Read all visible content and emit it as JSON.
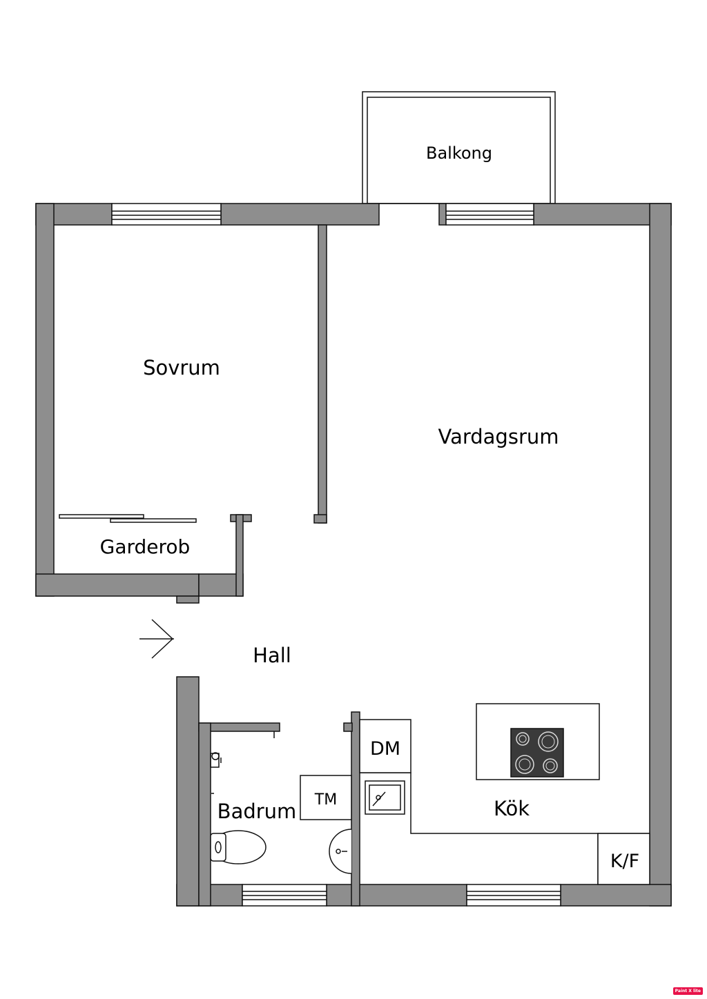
{
  "rooms": {
    "balkong": "Balkong",
    "sovrum": "Sovrum",
    "vardagsrum": "Vardagsrum",
    "garderob": "Garderob",
    "hall": "Hall",
    "badrum": "Badrum",
    "kok": "Kök"
  },
  "appliances": {
    "tm": "TM",
    "dm": "DM",
    "kf": "K/F"
  },
  "watermark": "Paint X lite",
  "colors": {
    "wall": "#8e8e8e",
    "stove": "#3a3a3a",
    "badge": "#e8134a"
  }
}
